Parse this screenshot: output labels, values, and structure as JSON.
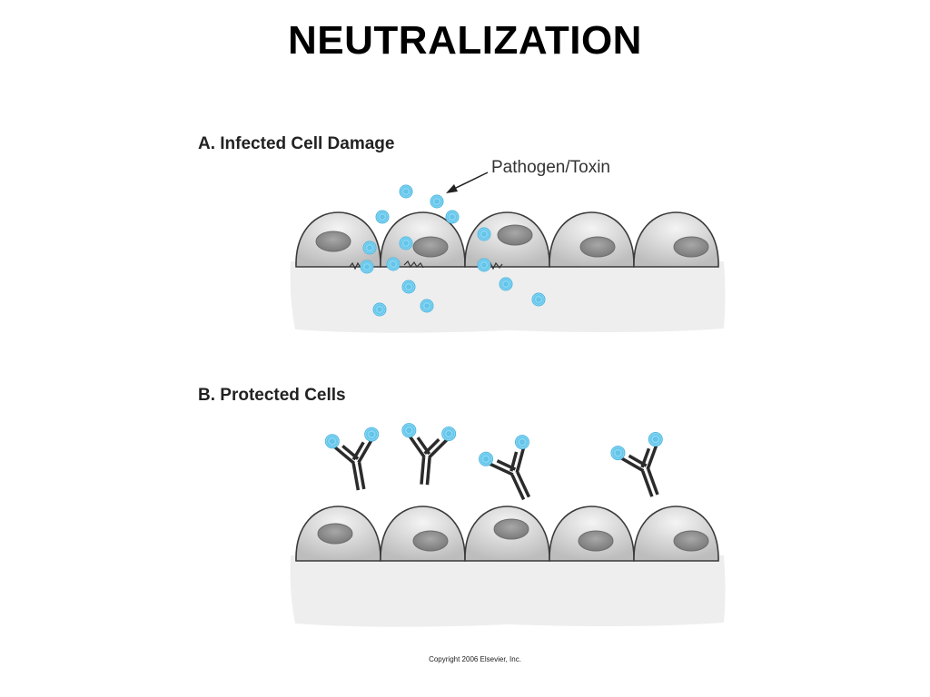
{
  "title": "NEUTRALIZATION",
  "panel_a": {
    "label": "A.  Infected Cell Damage",
    "callout": "Pathogen/Toxin",
    "cells": 5
  },
  "panel_b": {
    "label": "B.  Protected Cells",
    "cells": 5,
    "antibodies": 4
  },
  "copyright": "Copyright 2006 Elsevier, Inc.",
  "colors": {
    "cell_fill": "#d2d2d2",
    "nucleus": "#8f8f8f",
    "pathogen": "#5bc3ea",
    "antibody": "#2b2b2b",
    "tissue": "#eeeeee"
  }
}
